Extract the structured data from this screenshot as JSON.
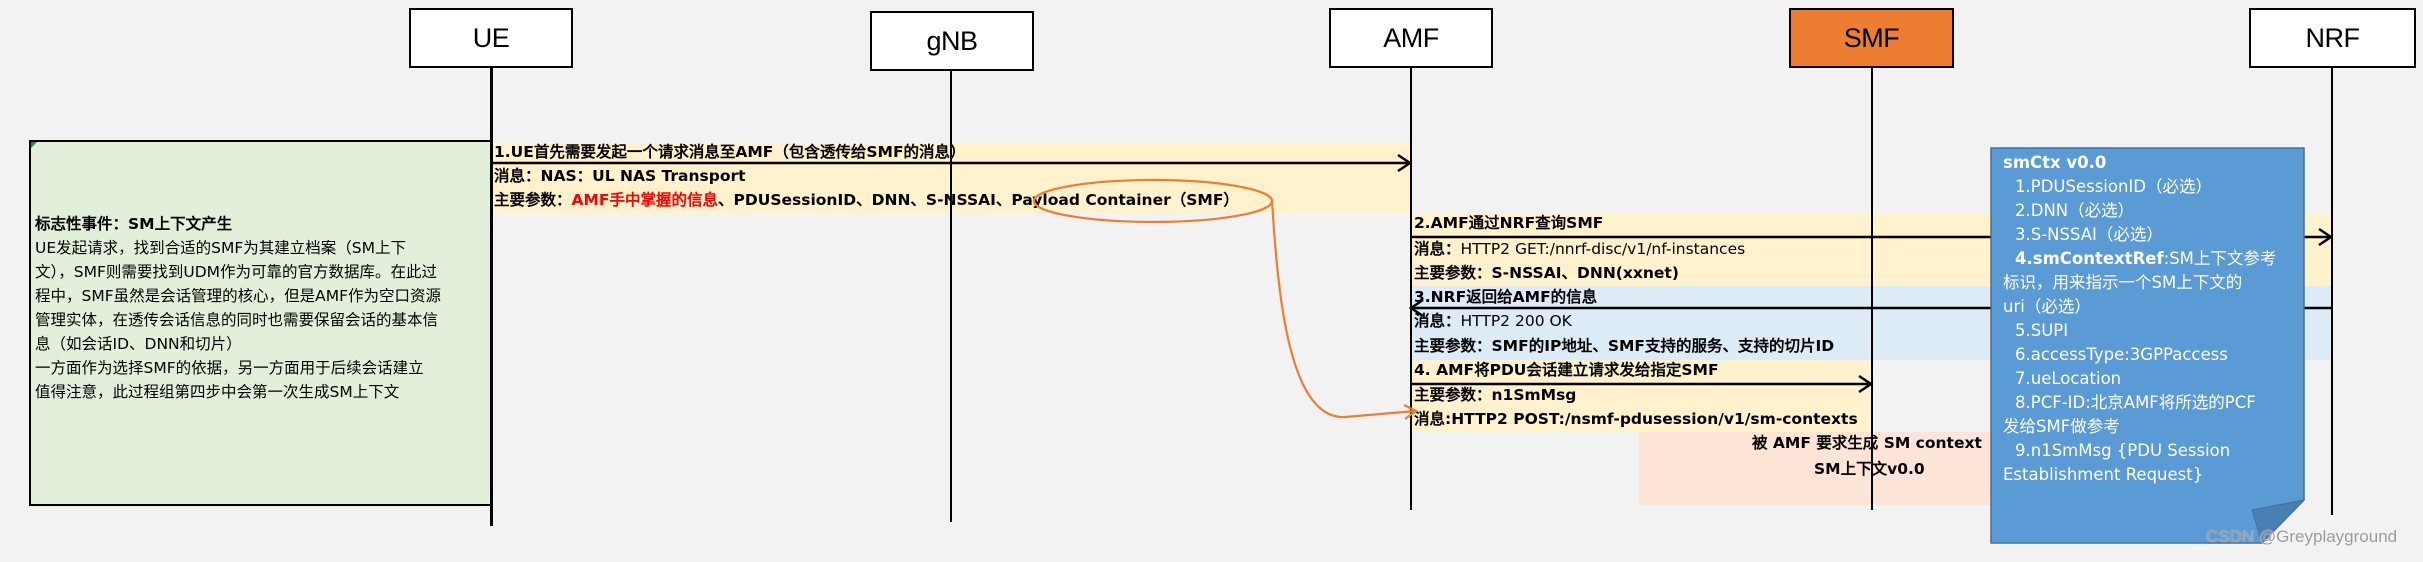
{
  "actors": [
    {
      "id": "ue",
      "label": "UE",
      "fill": "#ffffff"
    },
    {
      "id": "gnb",
      "label": "gNB",
      "fill": "#ffffff"
    },
    {
      "id": "amf",
      "label": "AMF",
      "fill": "#ffffff"
    },
    {
      "id": "smf",
      "label": "SMF",
      "fill": "#ed7d31"
    },
    {
      "id": "nrf",
      "label": "NRF",
      "fill": "#ffffff"
    }
  ],
  "left_note": {
    "title": "标志性事件：SM上下文产生",
    "lines": [
      "UE发起请求，找到合适的SMF为其建立档案（SM上下",
      "文），SMF则需要找到UDM作为可靠的官方数据库。在此过",
      "程中，SMF虽然是会话管理的核心，但是AMF作为空口资源",
      "管理实体，在透传会话信息的同时也需要保留会话的基本信",
      "息（如会话ID、DNN和切片）",
      "一方面作为选择SMF的依据，另一方面用于后续会话建立",
      "值得注意，此过程组第四步中会第一次生成SM上下文"
    ]
  },
  "messages": [
    {
      "step": "1.UE首先需要发起一个请求消息至AMF（包含透传给SMF的消息）",
      "from": "UE",
      "to": "AMF",
      "message_label": "消息：",
      "message_value": "NAS：UL NAS Transport",
      "params_label": "主要参数：",
      "params_highlight": "AMF手中掌握的信息",
      "params_rest": "、PDUSessionID、DNN、S-NSSAI、",
      "params_circled": "Payload Container（SMF）"
    },
    {
      "step": "2.AMF通过NRF查询SMF",
      "from": "AMF",
      "to": "NRF",
      "message_label": "消息：",
      "message_value": "HTTP2 GET:/nnrf-disc/v1/nf-instances",
      "params_label": "主要参数：",
      "params_value": "S-NSSAI、DNN(xxnet)"
    },
    {
      "step": "3.NRF返回给AMF的信息",
      "from": "NRF",
      "to": "AMF",
      "message_label": "消息：",
      "message_value": "HTTP2 200 OK",
      "params_label": "主要参数：",
      "params_value": "SMF的IP地址、SMF支持的服务、支持的切片ID"
    },
    {
      "step": "4. AMF将PDU会话建立请求发给指定SMF",
      "from": "AMF",
      "to": "SMF",
      "params_label": "主要参数：",
      "params_value": "n1SmMsg",
      "message_full": "消息:HTTP2 POST:/nsmf-pdusession/v1/sm-contexts"
    }
  ],
  "smf_note": {
    "line1": "被 AMF 要求生成 SM context",
    "line2": "SM上下文v0.0"
  },
  "smctx_note": {
    "title": "smCtx v0.0",
    "items": [
      {
        "text": "1.PDUSessionID（必选）"
      },
      {
        "text": "2.DNN（必选）"
      },
      {
        "text": "3.S-NSSAI（必选）"
      },
      {
        "bold": "4.smContextRef",
        "text": ":SM上下文参考",
        "cont": [
          "标识，用来指示一个SM上下文的",
          "uri（必选）"
        ]
      },
      {
        "text": "5.SUPI"
      },
      {
        "text": "6.accessType:3GPPaccess"
      },
      {
        "text": "7.ueLocation"
      },
      {
        "text": "8.PCF-ID:北京AMF将所选的PCF",
        "cont": [
          "发给SMF做参考"
        ]
      },
      {
        "text": "9.n1SmMsg {PDU Session",
        "cont": [
          "Establishment Request}"
        ]
      }
    ]
  },
  "colors": {
    "smf_actor": "#ed7d31",
    "highlight_red": "#ff0000",
    "connector_orange": "#ed7d31",
    "note_blue": "#5b9bd5",
    "band_yellow": "#fff2cc",
    "band_blue": "#ddebf7",
    "note_green": "#e2efda",
    "note_pink": "#fce4d6"
  },
  "watermark": "CSDN @Greyplayground"
}
